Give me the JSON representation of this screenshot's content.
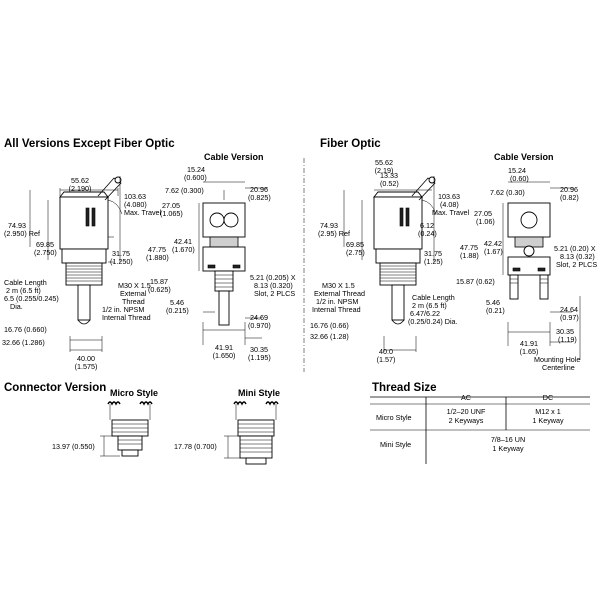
{
  "headings": {
    "all_versions": "All Versions Except Fiber Optic",
    "fiber_optic": "Fiber Optic",
    "cable_version_left": "Cable Version",
    "cable_version_right": "Cable Version",
    "connector_version": "Connector Version",
    "micro_style": "Micro Style",
    "mini_style": "Mini Style",
    "thread_size": "Thread Size"
  },
  "left_dims": {
    "d1": "55.62",
    "d1b": "(2.190)",
    "d2": "103.63",
    "d2b": "(4.080)",
    "d2c": "Max. Travel",
    "d3": "74.93",
    "d3b": "(2.950) Ref",
    "d4": "69.85",
    "d4b": "(2.750)",
    "d5": "31.75",
    "d5b": "(1.250)",
    "d6a": "Cable Length",
    "d6b": "2 m (6.5 ft)",
    "d6c": "6.5 (0.255/0.245)",
    "d6d": "Dia.",
    "d7a": "M30 X 1.5",
    "d7b": "External",
    "d7c": "Thread",
    "d7d": "1/2 in. NPSM",
    "d7e": "Internal Thread",
    "d8": "16.76 (0.660)",
    "d9": "32.66 (1.286)",
    "d10": "40.00",
    "d10b": "(1.575)",
    "c1": "15.24",
    "c1b": "(0.600)",
    "c2": "7.62 (0.300)",
    "c3": "20.96",
    "c3b": "(0.825)",
    "c4": "27.05",
    "c4b": "(1.065)",
    "c5": "47.75",
    "c5b": "(1.880)",
    "c6": "42.41",
    "c6b": "(1.670)",
    "c7": "15.87",
    "c7b": "(0.625)",
    "c8": "5.21 (0.205) X",
    "c8b": "8.13 (0.320)",
    "c8c": "Slot, 2 PLCS",
    "c9": "5.46",
    "c9b": "(0.215)",
    "c10": "24.69",
    "c10b": "(0.970)",
    "c11": "41.91",
    "c11b": "(1.650)",
    "c12": "30.35",
    "c12b": "(1.195)"
  },
  "right_dims": {
    "d1": "55.62",
    "d1b": "(2.19)",
    "d0": "13.33",
    "d0b": "(0.52)",
    "d2": "103.63",
    "d2b": "(4.08)",
    "d2c": "Max. Travel",
    "d3": "74.93",
    "d3b": "(2.95) Ref",
    "d4": "69.85",
    "d4b": "(2.75)",
    "d5": "6.12",
    "d5b": "(0.24)",
    "d5c": "31.75",
    "d5d": "(1.25)",
    "d7a": "M30 X 1.5",
    "d7b": "External Thread",
    "d7c": "1/2 in. NPSM",
    "d7d": "Internal Thread",
    "d6a": "Cable Length",
    "d6b": "2 m (6.5 ft)",
    "d6c": "6.47/6.22",
    "d6d": "(0.25/0.24) Dia.",
    "d8": "16.76 (0.66)",
    "d9": "32.66 (1.28)",
    "d10": "40.0",
    "d10b": "(1.57)",
    "c1": "15.24",
    "c1b": "(0.60)",
    "c2": "7.62 (0.30)",
    "c3": "20.96",
    "c3b": "(0.82)",
    "c4": "27.05",
    "c4b": "(1.06)",
    "c5": "47.75",
    "c5b": "(1.88)",
    "c6": "42.42",
    "c6b": "(1.67)",
    "c7": "15.87 (0.62)",
    "c8": "5.21 (0.20) X",
    "c8b": "8.13 (0.32)",
    "c8c": "Slot, 2 PLCS",
    "c9": "5.46",
    "c9b": "(0.21)",
    "c10": "24.64",
    "c10b": "(0.97)",
    "c11": "41.91",
    "c11b": "(1.65)",
    "c12": "30.35",
    "c12b": "(1.19)",
    "c13a": "Mounting Hole",
    "c13b": "Centerline"
  },
  "connector_dims": {
    "micro": "13.97 (0.550)",
    "mini": "17.78 (0.700)"
  },
  "thread_table": {
    "col_ac": "AC",
    "col_dc": "DC",
    "row1_label": "Micro Style",
    "row1_ac_1": "1/2–20 UNF",
    "row1_ac_2": "2 Keyways",
    "row1_dc_1": "M12 x 1",
    "row1_dc_2": "1 Keyway",
    "row2_label": "Mini Style",
    "row2_1": "7/8–16 UN",
    "row2_2": "1 Keyway"
  }
}
